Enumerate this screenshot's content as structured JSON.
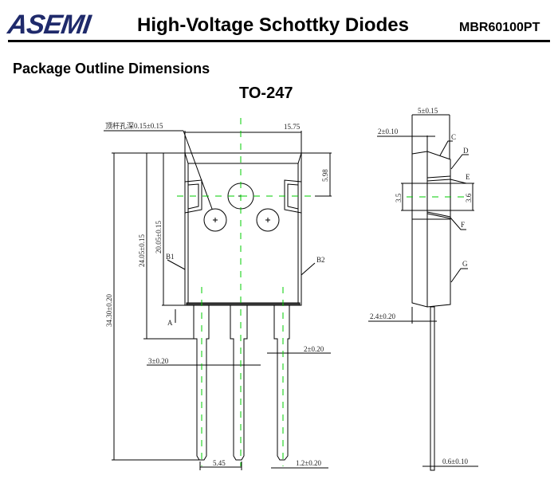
{
  "header": {
    "logo": "ASEMI",
    "title": "High-Voltage Schottky Diodes",
    "part_number": "MBR60100PT"
  },
  "section_title": "Package Outline Dimensions",
  "package_name": "TO-247",
  "front_view": {
    "ejector_note": "顶杆孔深0.15±0.15",
    "width": "15.75",
    "hole_offset": "5.98",
    "body_height": "20.05±0.15",
    "overall_to_shoulder": "24.05±0.15",
    "total_length": "34.30±0.20",
    "label_b1": "B1",
    "label_b2": "B2",
    "label_a": "A",
    "lead_wide": "3±0.20",
    "lead_mid": "2±0.20",
    "pitch": "5.45",
    "lead_width": "1.2±0.20"
  },
  "side_view": {
    "thickness": "5±0.15",
    "tab_thickness": "2±0.10",
    "hole_left": "3.5",
    "hole_right": "3.6",
    "lead_offset": "2.4±0.20",
    "lead_thickness": "0.6±0.10",
    "labels": [
      "C",
      "D",
      "E",
      "F",
      "G"
    ]
  },
  "colors": {
    "logo": "#1f2a6b",
    "logo_accent": "#d22",
    "centerline": "#00cc00"
  }
}
